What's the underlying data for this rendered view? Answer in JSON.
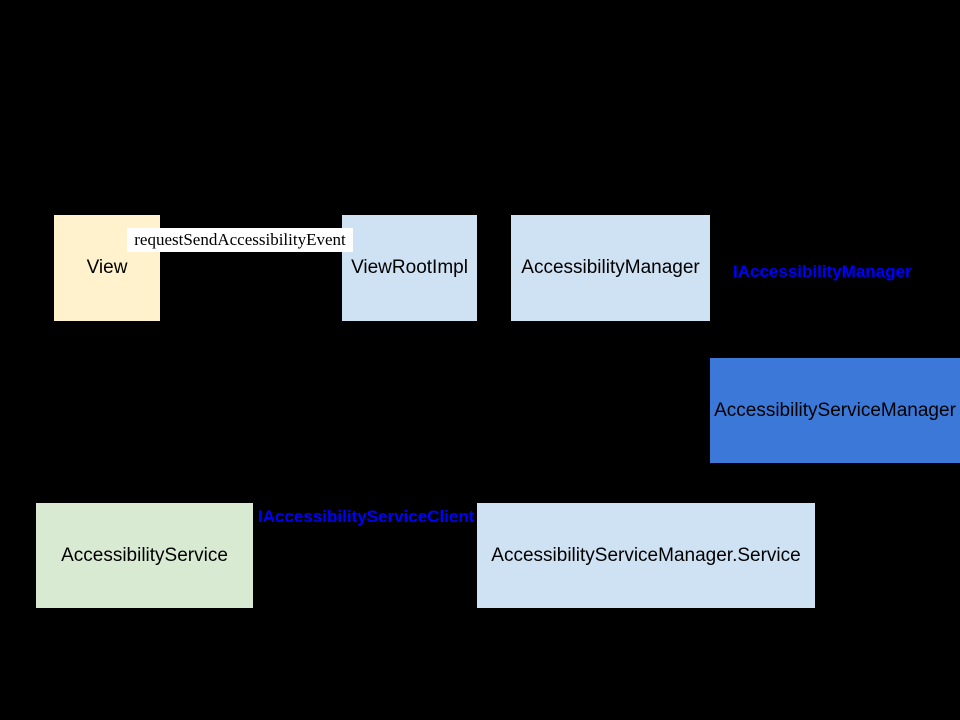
{
  "diagram": {
    "background_color": "#000000",
    "nodes": [
      {
        "id": "view",
        "label": "View",
        "fill": "#FFF2CC"
      },
      {
        "id": "view-root-impl",
        "label": "ViewRootImpl",
        "fill": "#CFE2F3"
      },
      {
        "id": "accessibility-manager",
        "label": "AccessibilityManager",
        "fill": "#CFE2F3"
      },
      {
        "id": "accessibility-service-manager",
        "label": "AccessibilityServiceManager",
        "fill": "#3C78D8"
      },
      {
        "id": "accessibility-service",
        "label": "AccessibilityService",
        "fill": "#D9EAD3"
      },
      {
        "id": "accessibility-service-manager-service",
        "label": "AccessibilityServiceManager.Service",
        "fill": "#CFE2F3"
      }
    ],
    "method_label": {
      "text": "requestSendAccessibilityEvent",
      "background": "#FFFFFF",
      "text_color": "#000000"
    },
    "interface_labels": [
      {
        "text": "IAccessibilityManager",
        "color": "#0000FF"
      },
      {
        "text": "IAccessibilityServiceClient",
        "color": "#0000FF"
      }
    ]
  }
}
